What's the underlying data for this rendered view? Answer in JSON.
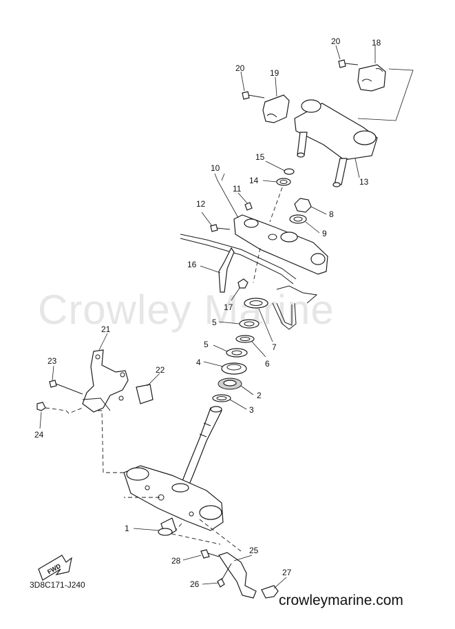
{
  "watermark": "Crowley Marine",
  "diagram_code": "3D8C171-J240",
  "website": "crowleymarine.com",
  "fwd_label": "FWD",
  "callouts": {
    "c1": "1",
    "c2": "2",
    "c3": "3",
    "c4": "4",
    "c5a": "5",
    "c5b": "5",
    "c6": "6",
    "c7": "7",
    "c8": "8",
    "c9": "9",
    "c10": "10",
    "c11": "11",
    "c12": "12",
    "c13": "13",
    "c14": "14",
    "c15": "15",
    "c16": "16",
    "c17": "17",
    "c18": "18",
    "c19": "19",
    "c20a": "20",
    "c20b": "20",
    "c21": "21",
    "c22": "22",
    "c23": "23",
    "c24": "24",
    "c25": "25",
    "c26": "26",
    "c27": "27",
    "c28": "28"
  }
}
